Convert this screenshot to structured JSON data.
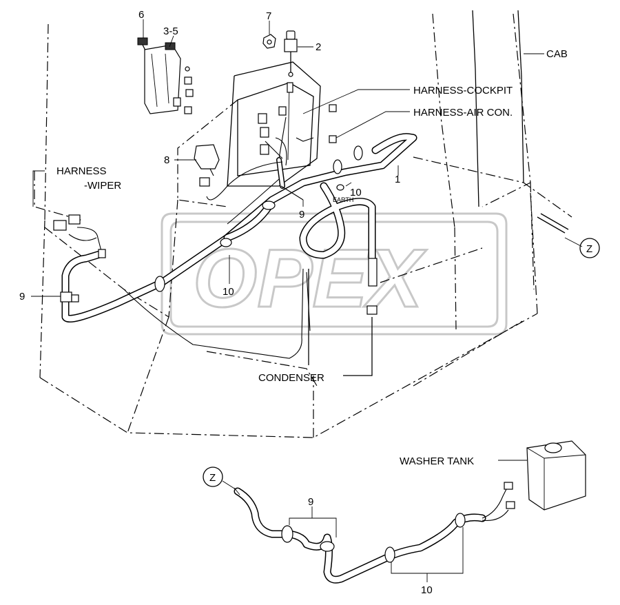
{
  "labels": {
    "part_6": "6",
    "part_3_5": "3-5",
    "part_7": "7",
    "part_2": "2",
    "cab": "CAB",
    "harness_cockpit": "HARNESS-COCKPIT",
    "harness_air_con": "HARNESS-AIR CON.",
    "part_8": "8",
    "harness_wiper_1": "HARNESS",
    "harness_wiper_2": "-WIPER",
    "part_10_top": "10",
    "earth": "EARTH",
    "part_1": "1",
    "part_9_mid": "9",
    "part_9_left": "9",
    "part_10_mid": "10",
    "detail_z_right": "Z",
    "condenser": "CONDENSER",
    "washer_tank": "WASHER TANK",
    "detail_z_left": "Z",
    "part_9_bottom": "9",
    "part_10_bottom": "10"
  },
  "watermark": "OPEX"
}
